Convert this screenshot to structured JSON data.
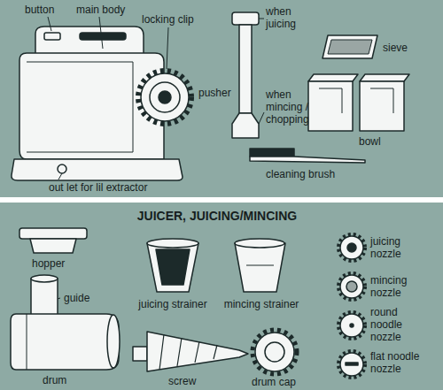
{
  "diagram": {
    "title": "JUICER, JUICING/MINCING",
    "labels": [
      "button",
      "main body",
      "locking clip",
      "pusher",
      "when juicing",
      "when mincing / chopping",
      "sieve",
      "bowl",
      "cleaning brush",
      "out let for lil extractor",
      "hopper",
      "guide",
      "drum",
      "juicing strainer",
      "mincing strainer",
      "screw",
      "drum cap",
      "juicing nozzle",
      "mincing nozzle",
      "round noodle nozzle",
      "flat noodle nozzle"
    ]
  }
}
